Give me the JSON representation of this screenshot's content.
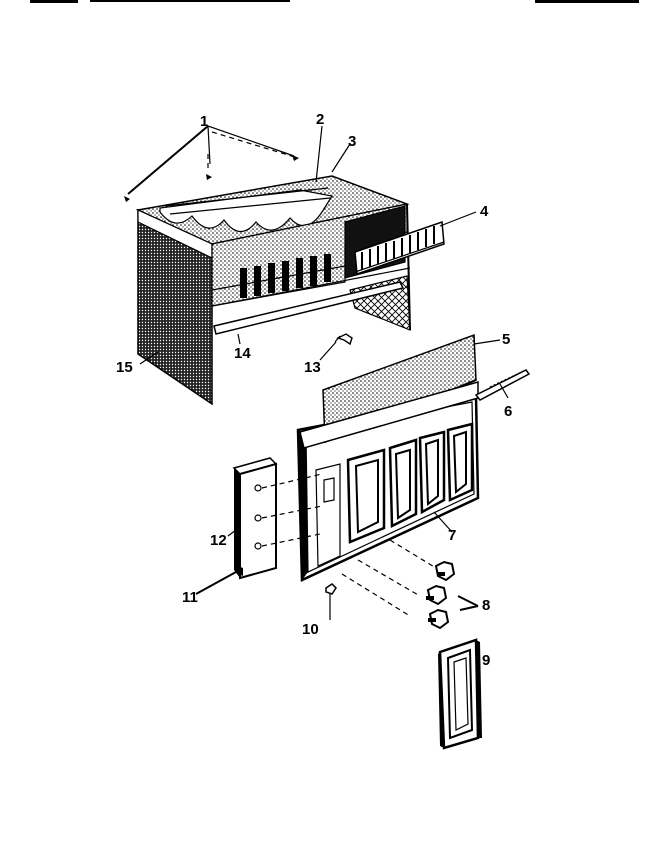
{
  "diagram": {
    "callouts": [
      {
        "id": "c1",
        "label": "1"
      },
      {
        "id": "c2",
        "label": "2"
      },
      {
        "id": "c3",
        "label": "3"
      },
      {
        "id": "c4",
        "label": "4"
      },
      {
        "id": "c5",
        "label": "5"
      },
      {
        "id": "c6",
        "label": "6"
      },
      {
        "id": "c7",
        "label": "7"
      },
      {
        "id": "c8",
        "label": "8"
      },
      {
        "id": "c9",
        "label": "9"
      },
      {
        "id": "c10",
        "label": "10"
      },
      {
        "id": "c11",
        "label": "11"
      },
      {
        "id": "c12",
        "label": "12"
      },
      {
        "id": "c13",
        "label": "13"
      },
      {
        "id": "c14",
        "label": "14"
      },
      {
        "id": "c15",
        "label": "15"
      }
    ],
    "colors": {
      "ink": "#000000",
      "paper": "#ffffff",
      "stipple": "#7a7a7a"
    }
  }
}
